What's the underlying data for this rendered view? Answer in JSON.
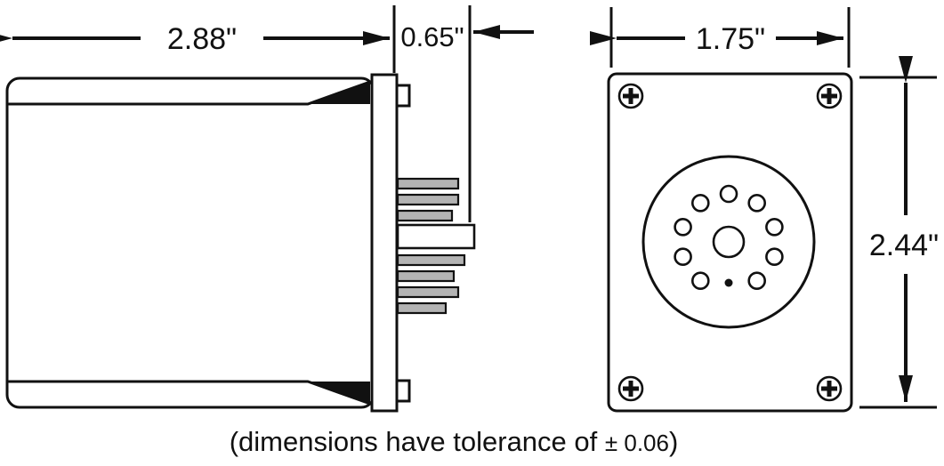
{
  "drawing": {
    "type": "technical-dimension-drawing",
    "subject": "plug-in relay / timer module, side view and socket-face view",
    "dimensions": {
      "body_width": "2.88\"",
      "pin_depth": "0.65\"",
      "face_width": "1.75\"",
      "face_height": "2.44\""
    },
    "caption": {
      "prefix": "(dimensions have tolerance of ",
      "tolerance": "± 0.06",
      "suffix": ")"
    },
    "colors": {
      "line": "#111111",
      "pin_fill": "#b3b3b3",
      "background": "#ffffff"
    },
    "views": {
      "side_view": "relay body with mounting flange and octal pins",
      "face_view": "rectangular plate, 4 corner screws, circular 9-hole socket with center hole and index dot"
    }
  }
}
